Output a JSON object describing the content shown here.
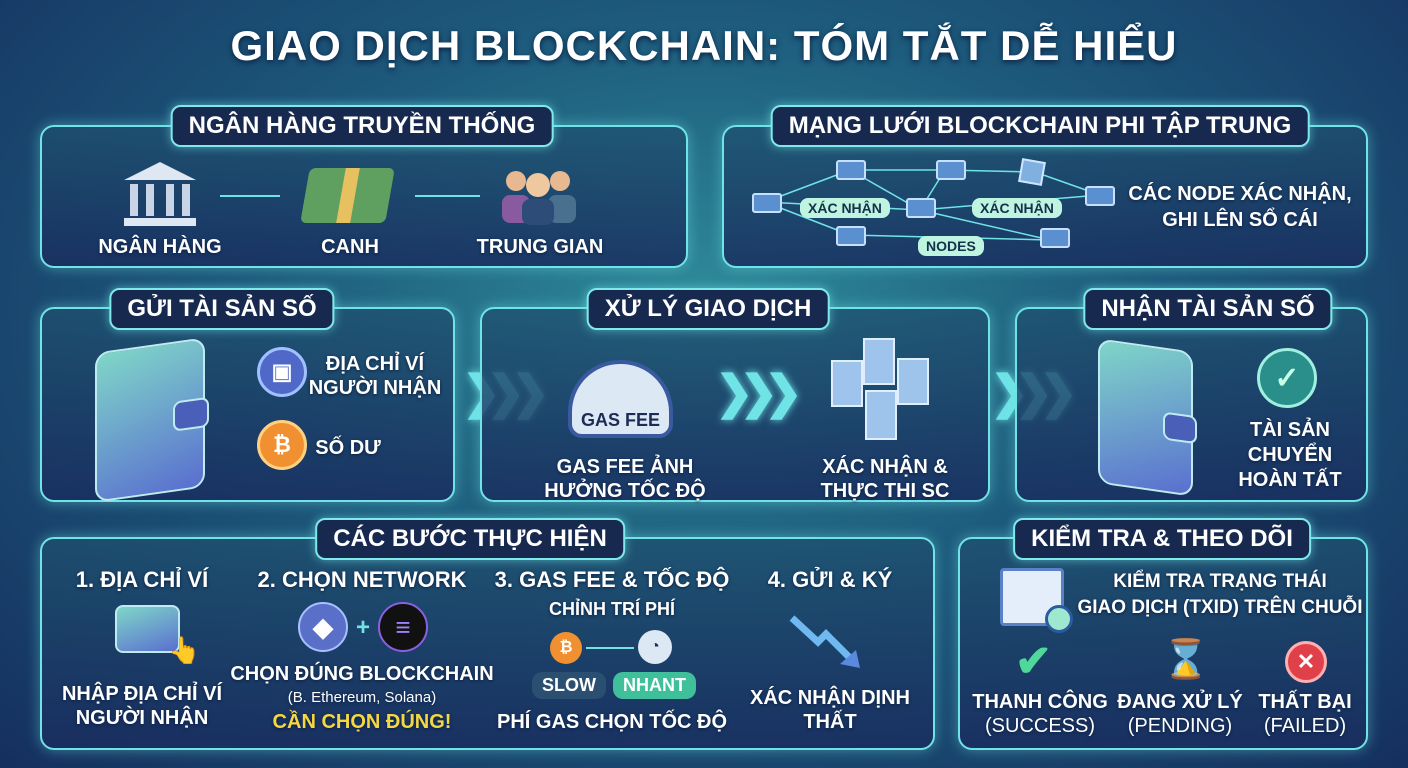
{
  "title": "GIAO DỊCH BLOCKCHAIN: TÓM TẮT DỄ HIỂU",
  "traditional": {
    "header": "NGÂN HÀNG TRUYỀN THỐNG",
    "items": [
      "NGÂN HÀNG",
      "CANH",
      "TRUNG GIAN"
    ]
  },
  "network": {
    "header": "MẠNG LƯỚI BLOCKCHAIN PHI TẬP TRUNG",
    "tags": [
      "XÁC NHẬN",
      "XÁC NHẬN",
      "NODES"
    ],
    "desc_1": "CÁC NODE XÁC NHẬN,",
    "desc_2": "GHI LÊN SỔ CÁI"
  },
  "send": {
    "header": "GỬI TÀI SẢN SỐ",
    "address_1": "ĐỊA CHỈ VÍ",
    "address_2": "NGƯỜI NHẬN",
    "balance": "SỐ DƯ",
    "btc": "₿"
  },
  "process": {
    "header": "XỬ LÝ GIAO DỊCH",
    "gauge": "GAS FEE",
    "gas_1": "GAS FEE ẢNH",
    "gas_2": "HƯỞNG TỐC ĐỘ",
    "confirm_1": "XÁC NHẬN &",
    "confirm_2": "THỰC THI SC"
  },
  "receive": {
    "header": "NHẬN TÀI SẢN SỐ",
    "done_1": "TÀI SẢN",
    "done_2": "CHUYỂN",
    "done_3": "HOÀN TẤT"
  },
  "steps": {
    "header": "CÁC BƯỚC THỰC HIỆN",
    "s1": {
      "title": "1. ĐỊA CHỈ VÍ",
      "desc_1": "NHẬP ĐỊA CHỈ VÍ",
      "desc_2": "NGƯỜI NHẬN"
    },
    "s2": {
      "title": "2. CHỌN NETWORK",
      "desc": "CHỌN ĐÚNG BLOCKCHAIN",
      "note": "(B. Ethereum, Solana)",
      "warn": "CẦN CHỌN ĐÚNG!"
    },
    "s3": {
      "title": "3. GAS FEE & TỐC ĐỘ",
      "sub": "CHỈNH TRÍ PHÍ",
      "slow": "SLOW",
      "fast": "NHANT",
      "desc": "PHÍ GAS CHỌN TỐC ĐỘ"
    },
    "s4": {
      "title": "4. GỬI & KÝ",
      "desc_1": "XÁC NHẬN DỊNH",
      "desc_2": "THẤT"
    }
  },
  "track": {
    "header": "KIỂM TRA & THEO DÕI",
    "desc_1": "KIỂM TRA TRẠNG THÁI",
    "desc_2": "GIAO DỊCH (TXID) TRÊN CHUỖI",
    "statuses": [
      {
        "label": "THANH CÔNG",
        "sub": "(SUCCESS)"
      },
      {
        "label": "ĐANG XỬ LÝ",
        "sub": "(PENDING)"
      },
      {
        "label": "THẤT BẠI",
        "sub": "(FAILED)"
      }
    ]
  },
  "colors": {
    "accent": "#6fe3e6",
    "warn": "#f5d742",
    "success": "#4fd89a",
    "fail": "#e0404a"
  }
}
